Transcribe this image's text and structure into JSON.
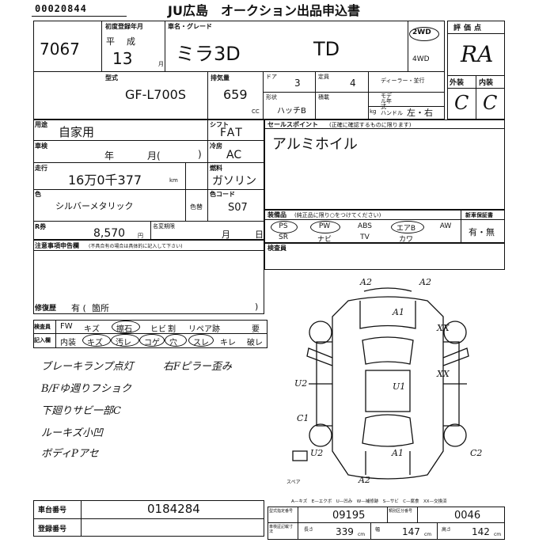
{
  "header": {
    "serial": "00020844",
    "title": "JU広島　オークション出品申込書"
  },
  "lot_number": "7067",
  "first_registration": {
    "label": "初度登録年月",
    "era_top": "平",
    "era_bottom": "成",
    "year": "13",
    "month_suffix": "月"
  },
  "vehicle": {
    "label": "車名・グレード",
    "model": "ミラ3D",
    "grade": "TD",
    "drive_2wd": "2WD",
    "drive_4wd": "4WD"
  },
  "rating": {
    "label": "評価点",
    "score": "RA",
    "exterior_label": "外装",
    "interior_label": "内装",
    "exterior": "C",
    "interior": "C"
  },
  "model_code": {
    "label": "型式",
    "value": "GF-L700S"
  },
  "displacement": {
    "label": "排気量",
    "value": "659",
    "unit": "CC"
  },
  "doors": {
    "label": "ドア",
    "value": "3"
  },
  "capacity": {
    "label": "定員",
    "value": "4"
  },
  "dealer": {
    "label": "ディーラー・並行"
  },
  "shape": {
    "label": "形状",
    "value": "ハッチB"
  },
  "load": {
    "label": "積載",
    "unit": "kg"
  },
  "model_year_label": "モデル年式",
  "handle": {
    "label": "ハンドル",
    "value": "左・右"
  },
  "usage": {
    "label": "用途",
    "value": "自家用"
  },
  "shift": {
    "label": "シフト",
    "value": "FAT"
  },
  "sales_point": {
    "label": "セールスポイント",
    "note": "(正確に確認するものに限ります)",
    "value": "アルミホイル"
  },
  "inspection": {
    "label": "車検",
    "year": "年",
    "month": "月(",
    "close": ")"
  },
  "aircon": {
    "label": "冷房",
    "value": "AC"
  },
  "mileage": {
    "label": "走行",
    "value": "16万0千377",
    "unit": "km"
  },
  "fuel": {
    "label": "燃料",
    "value": "ガソリン"
  },
  "color": {
    "label": "色",
    "value": "シルバーメタリック",
    "number_label": "色替"
  },
  "color_code": {
    "label": "色コード",
    "value": "S07"
  },
  "recycle": {
    "label": "R券",
    "value": "8,570",
    "unit": "円"
  },
  "name_change": {
    "label": "名変期限",
    "month": "月",
    "day": "日"
  },
  "equipment": {
    "label": "装備品",
    "note": "(純正品に限り○をつけてください)",
    "items_top": [
      "PS",
      "PW",
      "ABS",
      "エアB",
      "AW"
    ],
    "items_bottom": [
      "SR",
      "ナビ",
      "TV",
      "カワ"
    ]
  },
  "new_car_warranty": {
    "label": "新車保証書",
    "value": "有・無"
  },
  "notes": {
    "label": "注意事項申告欄",
    "note": "(不具合有の場合は具体的に記入して下さい)"
  },
  "repair_history": {
    "label": "修復歴",
    "value": "有 (",
    "suffix": "箇所",
    "close": ")"
  },
  "inspector_label": "検査員",
  "checks": {
    "label_top": "検査員",
    "label_bottom": "記入欄",
    "row1": [
      "FW",
      "キズ",
      "擦石",
      "ヒビ",
      "割",
      "リペア跡",
      "要"
    ],
    "row2": [
      "内装",
      "キズ",
      "汚レ",
      "コゲ",
      "穴",
      "スレ",
      "キレ",
      "破レ"
    ]
  },
  "handwritten_notes": [
    "ブレーキランプ点灯",
    "右Fピラー歪み",
    "B/Fゆ週りフショク",
    "下廻りサビ一部C",
    "ルーキズ小凹",
    "ボディPアセ"
  ],
  "damage_marks": [
    {
      "code": "A2"
    },
    {
      "code": "A2"
    },
    {
      "code": "A1"
    },
    {
      "code": "XX"
    },
    {
      "code": "XX"
    },
    {
      "code": "U2"
    },
    {
      "code": "U1"
    },
    {
      "code": "C1"
    },
    {
      "code": "A1"
    },
    {
      "code": "U2"
    },
    {
      "code": "C2"
    },
    {
      "code": "A2"
    }
  ],
  "diagram_spare_label": "スペア",
  "legend": "A—キズ　E—エクボ　U—凹み　W—補修跡　S—サビ　C—腐食　XX—交換済",
  "chassis": {
    "label": "車台番号",
    "value": "0184284"
  },
  "registration": {
    "label": "登録番号"
  },
  "certification_no": {
    "label": "型式指定番号",
    "value": "09195"
  },
  "classification_no": {
    "label": "類別区分番号",
    "value": "0046"
  },
  "dimensions": {
    "label": "車検証記載寸法",
    "length_label": "長さ",
    "length": "339",
    "unit_cm": "cm",
    "width_label": "幅",
    "width": "147",
    "height_label": "高さ",
    "height": "142"
  }
}
